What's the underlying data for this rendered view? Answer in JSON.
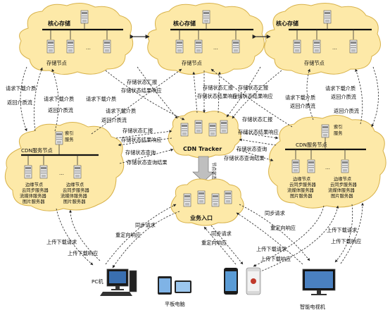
{
  "diagram": {
    "core_storage_label": "核心存储",
    "storage_node_label": "存储节点",
    "ellipsis": "...",
    "cdn_node_label": "CDN服务节点",
    "index_service_label": "索引服务",
    "edge_node_lines": [
      "边缘节点",
      "云同步服务器",
      "流媒体服务器",
      "图片服务器"
    ],
    "tracker_label": "CDN Tracker",
    "service_entry_label": "业务入口",
    "node_status_label": "节点状态",
    "labels": {
      "request_download": "请求下载介质",
      "return_media": "返回介质流",
      "storage_report": "存储状态汇报",
      "storage_result": "存储状态结果响应",
      "storage_query": "存储状态查询",
      "storage_query_result": "存储状态查询结果",
      "sync_request": "同步请求",
      "redirect_response": "重定向响应",
      "upload_download_request": "上传下载请求",
      "upload_download_response": "上传下载响应"
    },
    "devices": {
      "pc": "PC机",
      "tablet": "平板电脑",
      "smart_tv": "智能电视机"
    }
  }
}
